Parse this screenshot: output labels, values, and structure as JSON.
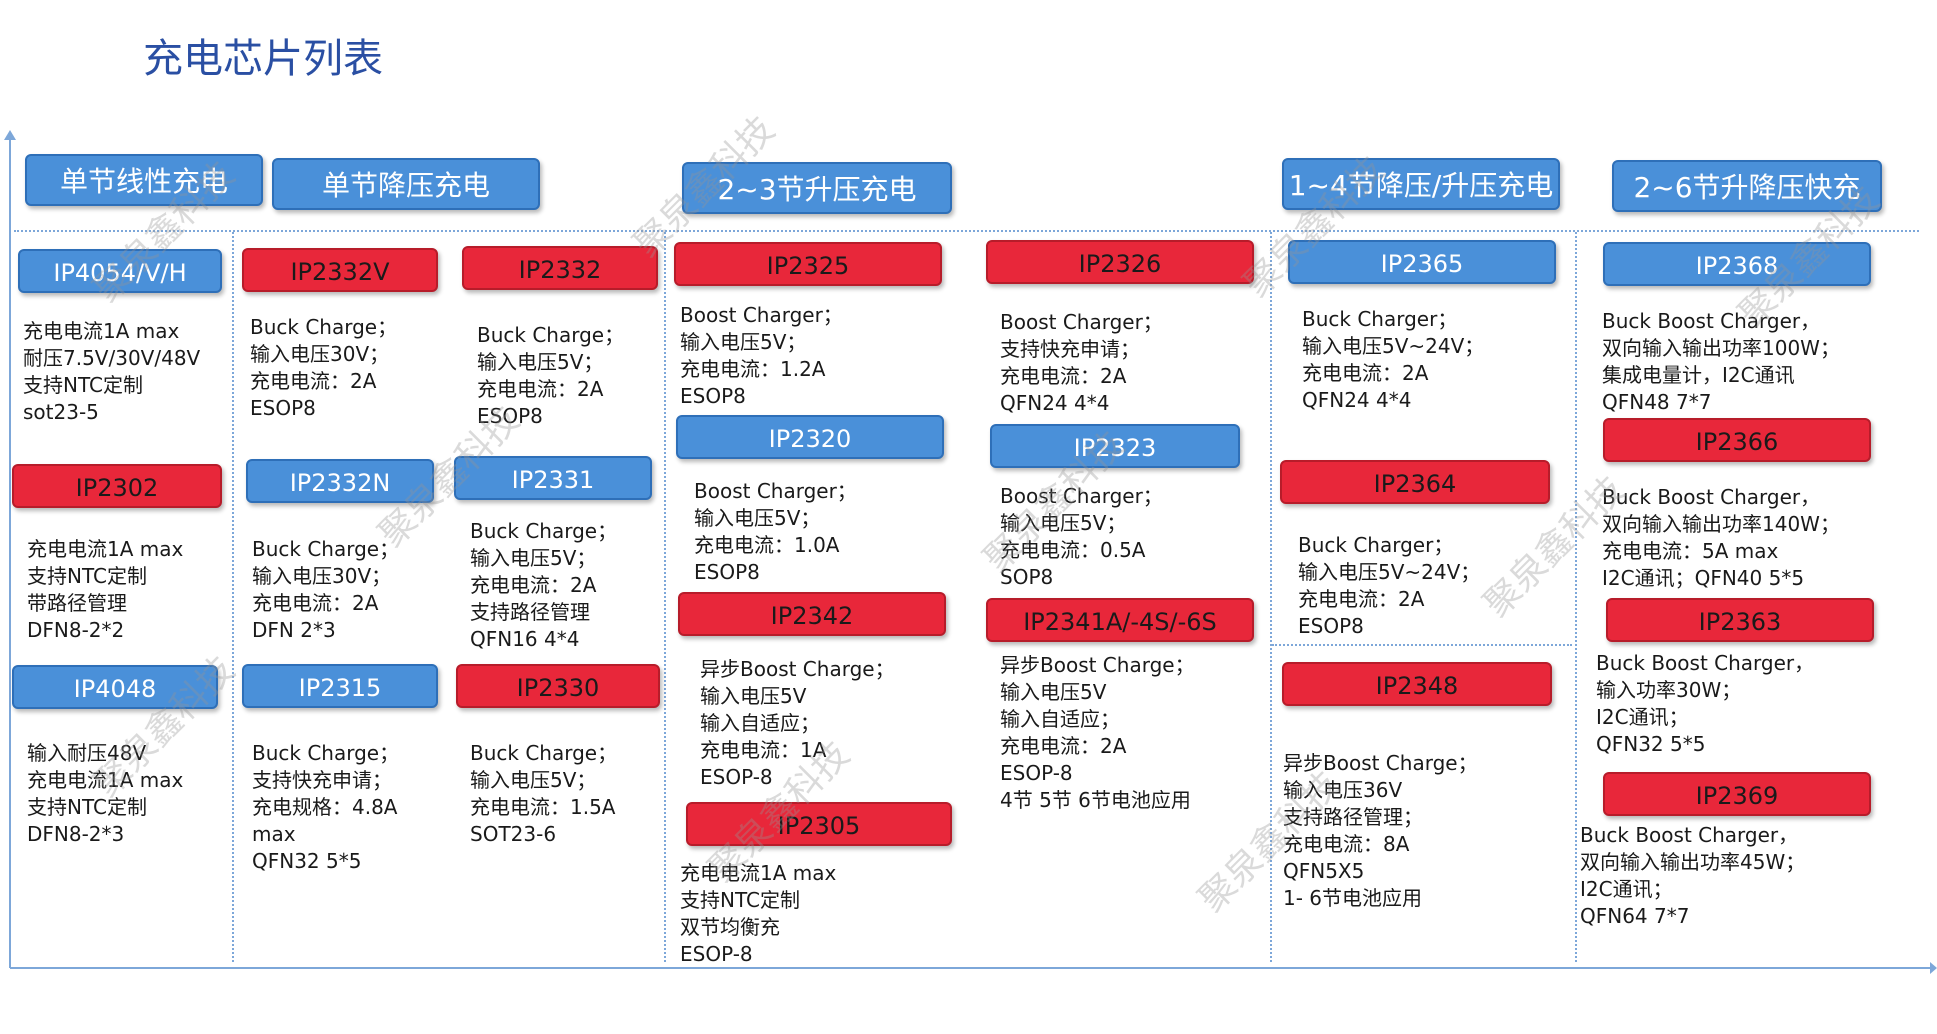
{
  "title": "充电芯片列表",
  "watermark": "聚泉鑫科技",
  "categories": [
    "单节线性充电",
    "单节降压充电",
    "2~3节升压充电",
    "1~4节降压/升压充电",
    "2~6节升降压快充"
  ],
  "chips": [
    {
      "name": "IP4054/V/H",
      "color": "blue",
      "lines": [
        "充电电流1A max",
        "耐压7.5V/30V/48V",
        "支持NTC定制",
        "sot23-5"
      ]
    },
    {
      "name": "IP2302",
      "color": "red",
      "lines": [
        "充电电流1A max",
        "支持NTC定制",
        "带路径管理",
        "DFN8-2*2"
      ]
    },
    {
      "name": "IP4048",
      "color": "blue",
      "lines": [
        "输入耐压48V",
        "充电电流1A max",
        "支持NTC定制",
        "DFN8-2*3"
      ]
    },
    {
      "name": "IP2332V",
      "color": "red",
      "lines": [
        "Buck Charge；",
        "输入电压30V；",
        "充电电流：2A",
        "ESOP8"
      ]
    },
    {
      "name": "IP2332N",
      "color": "blue",
      "lines": [
        "Buck Charge；",
        "输入电压30V；",
        "充电电流：2A",
        "DFN 2*3"
      ]
    },
    {
      "name": "IP2315",
      "color": "blue",
      "lines": [
        "Buck Charge；",
        "支持快充申请；",
        "充电规格：4.8A",
        "max",
        "QFN32 5*5"
      ]
    },
    {
      "name": "IP2332",
      "color": "red",
      "lines": [
        "Buck Charge；",
        "输入电压5V；",
        "充电电流：2A",
        "ESOP8"
      ]
    },
    {
      "name": "IP2331",
      "color": "blue",
      "lines": [
        "Buck Charge；",
        "输入电压5V；",
        "充电电流：2A",
        "支持路径管理",
        "QFN16 4*4"
      ]
    },
    {
      "name": "IP2330",
      "color": "red",
      "lines": [
        "Buck Charge；",
        "输入电压5V；",
        "充电电流：1.5A",
        "SOT23-6"
      ]
    },
    {
      "name": "IP2325",
      "color": "red",
      "lines": [
        "Boost Charger；",
        "输入电压5V；",
        "充电电流：1.2A",
        "ESOP8"
      ]
    },
    {
      "name": "IP2320",
      "color": "blue",
      "lines": [
        "Boost Charger；",
        "输入电压5V；",
        "充电电流：1.0A",
        "ESOP8"
      ]
    },
    {
      "name": "IP2342",
      "color": "red",
      "lines": [
        "异步Boost Charge；",
        "输入电压5V",
        "输入自适应；",
        "充电电流：1A",
        "ESOP-8"
      ]
    },
    {
      "name": "IP2305",
      "color": "red",
      "lines": [
        "充电电流1A max",
        "支持NTC定制",
        "双节均衡充",
        "ESOP-8"
      ]
    },
    {
      "name": "IP2326",
      "color": "red",
      "lines": [
        "Boost Charger；",
        "支持快充申请；",
        "充电电流：2A",
        "QFN24 4*4"
      ]
    },
    {
      "name": "IP2323",
      "color": "blue",
      "lines": [
        "Boost Charger；",
        "输入电压5V；",
        "充电电流：0.5A",
        "SOP8"
      ]
    },
    {
      "name": "IP2341A/-4S/-6S",
      "color": "red",
      "lines": [
        "异步Boost Charge；",
        "输入电压5V",
        "输入自适应；",
        "充电电流：2A",
        "ESOP-8",
        "4节 5节 6节电池应用"
      ]
    },
    {
      "name": "IP2365",
      "color": "blue",
      "lines": [
        "Buck Charger；",
        "输入电压5V~24V；",
        "充电电流：2A",
        "QFN24 4*4"
      ]
    },
    {
      "name": "IP2364",
      "color": "red",
      "lines": [
        "Buck Charger；",
        "输入电压5V~24V；",
        "充电电流：2A",
        "ESOP8"
      ]
    },
    {
      "name": "IP2348",
      "color": "red",
      "lines": [
        "异步Boost Charge；",
        "输入电压36V",
        "支持路径管理；",
        "充电电流：8A",
        "QFN5X5",
        "1- 6节电池应用"
      ]
    },
    {
      "name": "IP2368",
      "color": "blue",
      "lines": [
        "Buck Boost Charger，",
        "双向输入输出功率100W；",
        "集成电量计，I2C通讯",
        "QFN48 7*7"
      ]
    },
    {
      "name": "IP2366",
      "color": "red",
      "lines": [
        "Buck Boost Charger，",
        "双向输入输出功率140W；",
        "充电电流：5A max",
        "I2C通讯；QFN40 5*5"
      ]
    },
    {
      "name": "IP2363",
      "color": "red",
      "lines": [
        "Buck Boost Charger，",
        "输入功率30W；",
        "I2C通讯；",
        "QFN32 5*5"
      ]
    },
    {
      "name": "IP2369",
      "color": "red",
      "lines": [
        "Buck Boost Charger，",
        "双向输入输出功率45W；",
        "I2C通讯；",
        "QFN64 7*7"
      ]
    }
  ]
}
